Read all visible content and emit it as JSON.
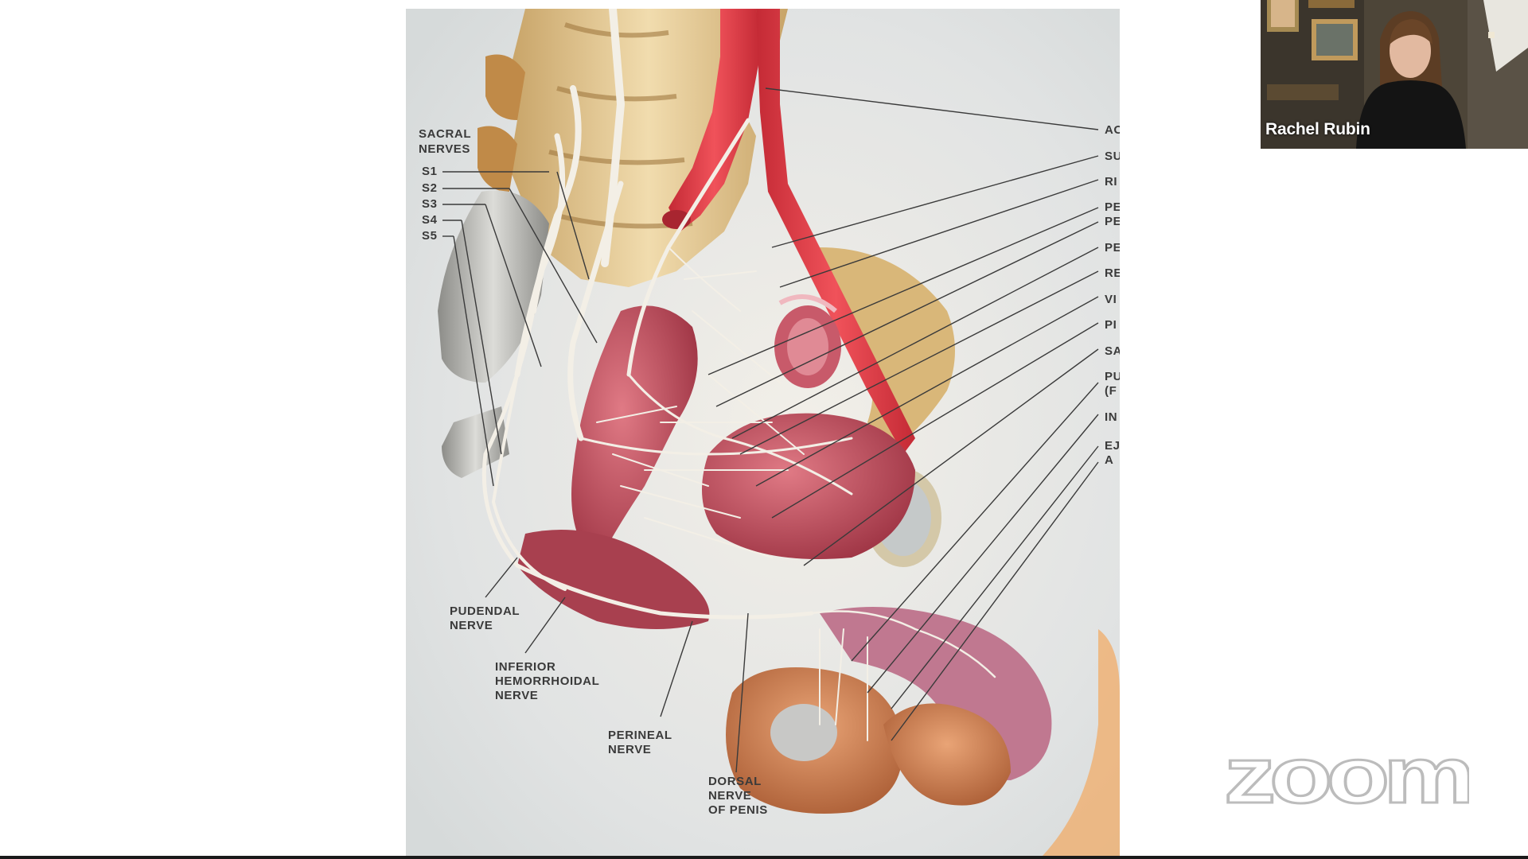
{
  "app": {
    "name": "Zoom",
    "watermark_text": "zoom"
  },
  "video": {
    "participant_name": "Rachel Rubin"
  },
  "slide": {
    "labels": {
      "sacral_nerves_1": "SACRAL",
      "sacral_nerves_2": "NERVES",
      "s1": "S1",
      "s2": "S2",
      "s3": "S3",
      "s4": "S4",
      "s5": "S5",
      "pudendal_1": "PUDENDAL",
      "pudendal_2": "NERVE",
      "inferior_1": "INFERIOR",
      "inferior_2": "HEMORRHOIDAL",
      "inferior_3": "NERVE",
      "perineal_1": "PERINEAL",
      "perineal_2": "NERVE",
      "dorsal_1": "DORSAL",
      "dorsal_2": "NERVE",
      "dorsal_3": "OF PENIS"
    },
    "right_labels": [
      "AO",
      "SU",
      "RI",
      "PE",
      "PE",
      "PE",
      "RE",
      "VI",
      "PI",
      "SA",
      "PU",
      "(F",
      "IN",
      "EJ",
      "A"
    ]
  },
  "colors": {
    "artery": "#e8444a",
    "muscle": "#b8485a",
    "nerve": "#f3efe6",
    "bone": "#e8cd9a",
    "background": "#e2e4e4"
  }
}
